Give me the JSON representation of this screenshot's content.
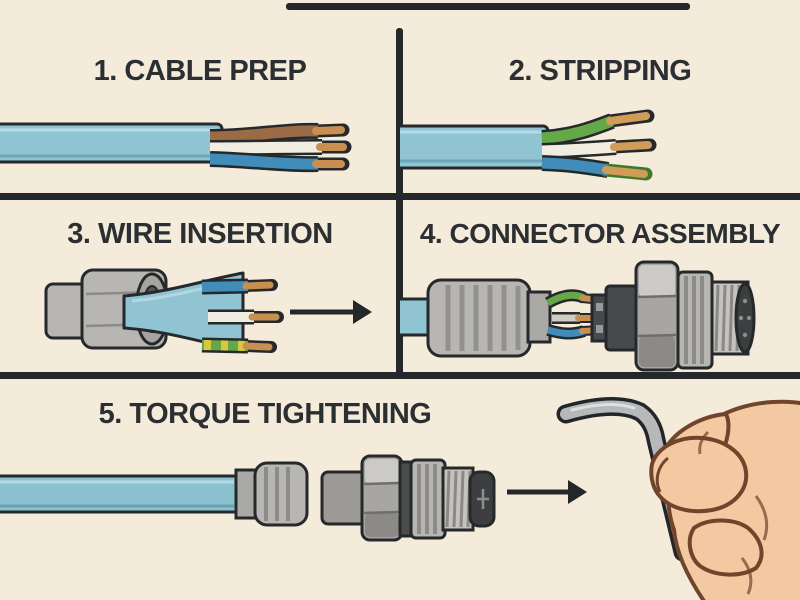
{
  "steps": [
    {
      "label": "1. CABLE PREP",
      "illustration": "cable-with-three-wires"
    },
    {
      "label": "2. STRIPPING",
      "illustration": "cable-with-stripped-wires"
    },
    {
      "label": "3. WIRE INSERTION",
      "illustration": "coupling-nut-cable-flare-wires-arrow"
    },
    {
      "label": "4. CONNECTOR ASSEMBLY",
      "illustration": "gland-wires-connector-body-hex-nut-threaded-plug"
    },
    {
      "label": "5. TORQUE TIGHTENING",
      "illustration": "cable-cap-connector-arrow-hand-with-allen-key"
    }
  ],
  "icons": {
    "arrow_right": "arrow-right-icon",
    "allen_key": "allen-key-icon",
    "hand": "hand-icon"
  },
  "colors": {
    "background": "#f5ebdb",
    "ink": "#26292b",
    "title_text": "#2b2f31",
    "cable_blue": "#90c4d3",
    "wire_brown": "#9a6b45",
    "wire_white": "#f1ede1",
    "wire_blue": "#3f8db8",
    "wire_green": "#64a848",
    "earth_yellow": "#d9c83f",
    "copper": "#c88f50",
    "metal_grey": "#b7b6b2",
    "metal_dark": "#47494c",
    "skin": "#f2c9a1",
    "skin_outline": "#70452b"
  }
}
